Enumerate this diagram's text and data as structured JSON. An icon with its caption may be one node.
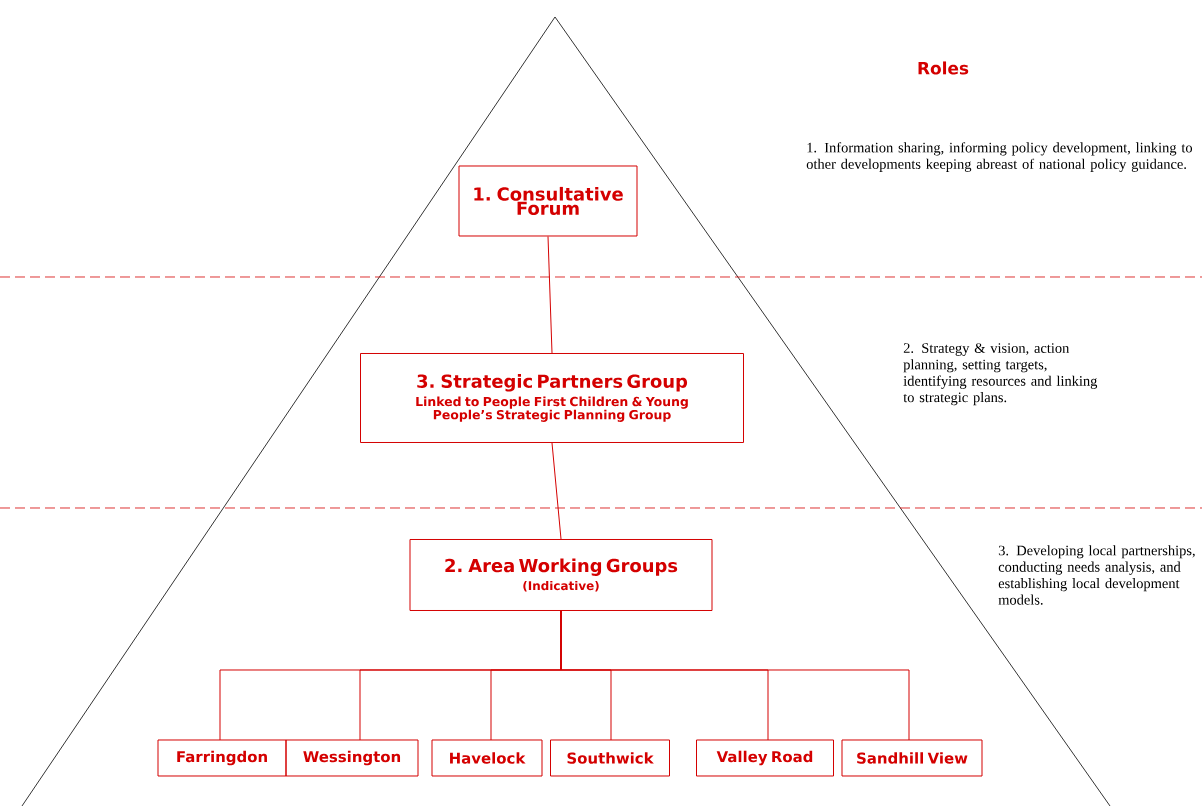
{
  "diagram": {
    "nodes": [
      {
        "text": [
          "1. Consultative Forum"
        ]
      },
      {
        "text": [
          "3. Strategic Partners Group",
          "Linked to People First Children & Young People’s Strategic Planning Group"
        ]
      },
      {
        "text": [
          "2. Area Working Groups",
          "(Indicative)"
        ]
      },
      {
        "text": [
          "Farringdon"
        ]
      },
      {
        "text": [
          "Wessington"
        ]
      },
      {
        "text": [
          "Havelock"
        ]
      },
      {
        "text": [
          "Southwick"
        ]
      },
      {
        "text": [
          "Valley Road"
        ]
      },
      {
        "text": [
          "Sandhill View"
        ]
      }
    ],
    "edges": [
      {
        "from": 0,
        "to": 1,
        "arrow": "none"
      },
      {
        "from": 1,
        "to": 2,
        "arrow": "none"
      },
      {
        "from": 2,
        "to": 3,
        "arrow": "none"
      },
      {
        "from": 2,
        "to": 4,
        "arrow": "none"
      },
      {
        "from": 2,
        "to": 5,
        "arrow": "none"
      },
      {
        "from": 2,
        "to": 6,
        "arrow": "none"
      },
      {
        "from": 2,
        "to": 7,
        "arrow": "none"
      },
      {
        "from": 2,
        "to": 8,
        "arrow": "none"
      }
    ],
    "labels": [
      "Roles",
      "1. Information sharing, informing policy development, linking to other developments keeping abreast of national policy guidance.",
      "2. Strategy & vision, action planning, setting targets, identifying resources and linking to strategic plans.",
      "3. Developing local partnerships, conducting needs analysis, and establishing local development models."
    ]
  }
}
